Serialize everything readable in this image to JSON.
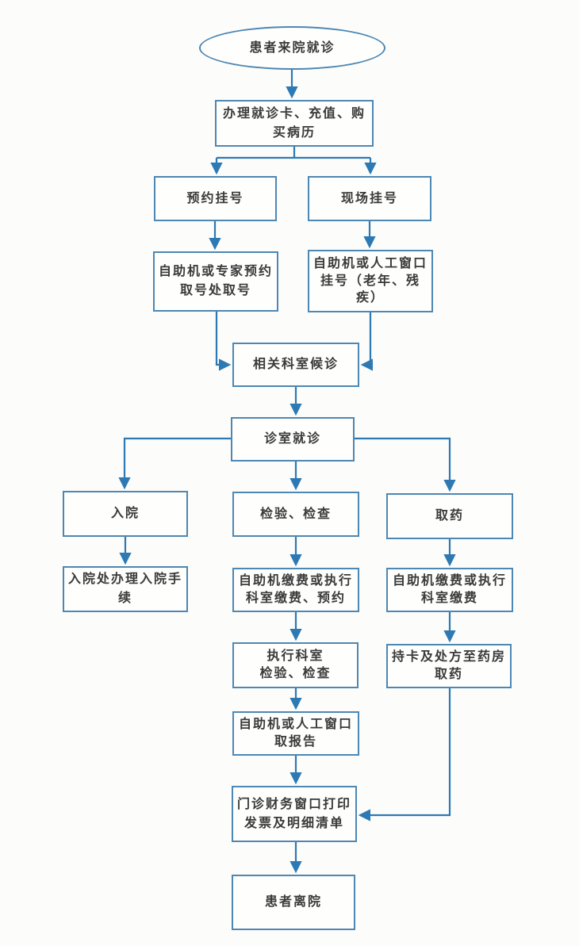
{
  "diagram": {
    "type": "flowchart",
    "colors": {
      "line": "#2d79b4",
      "box_border": "#4d87b3",
      "text": "#3a3a3a",
      "background": "#fcfcfa"
    },
    "nodes": {
      "start": {
        "label": "患者来院就诊",
        "shape": "ellipse"
      },
      "card": {
        "label": "办理就诊卡、充值、购\n买病历",
        "shape": "rect"
      },
      "yuyue": {
        "label": "预约挂号",
        "shape": "rect"
      },
      "xianchang": {
        "label": "现场挂号",
        "shape": "rect"
      },
      "zhuanjia_quhao": {
        "label": "自助机或专家预约\n取号处取号",
        "shape": "rect"
      },
      "rengong_guahao": {
        "label": "自助机或人工窗口\n挂号（老年、残\n疾）",
        "shape": "rect"
      },
      "houzhen": {
        "label": "相关科室候诊",
        "shape": "rect"
      },
      "jiuzhen": {
        "label": "诊室就诊",
        "shape": "rect"
      },
      "ruyuan": {
        "label": "入院",
        "shape": "rect"
      },
      "jianyan": {
        "label": "检验、检查",
        "shape": "rect"
      },
      "quyao": {
        "label": "取药",
        "shape": "rect"
      },
      "ruyuan_shouxu": {
        "label": "入院处办理入院手\n续",
        "shape": "rect"
      },
      "jiaofei_yuyue": {
        "label": "自助机缴费或执行\n科室缴费、预约",
        "shape": "rect"
      },
      "jiaofei": {
        "label": "自助机缴费或执行\n科室缴费",
        "shape": "rect"
      },
      "zhixing_keshi": {
        "label": "执行科室\n检验、检查",
        "shape": "rect"
      },
      "qu_baogao": {
        "label": "自助机或人工窗口\n取报告",
        "shape": "rect"
      },
      "chifang_quyao": {
        "label": "持卡及处方至药房\n取药",
        "shape": "rect"
      },
      "fapiao": {
        "label": "门诊财务窗口打印\n发票及明细清单",
        "shape": "rect"
      },
      "likuan": {
        "label": "患者离院",
        "shape": "rect"
      }
    },
    "edges": [
      {
        "from": "start",
        "to": "card"
      },
      {
        "from": "card",
        "to": "yuyue"
      },
      {
        "from": "card",
        "to": "xianchang"
      },
      {
        "from": "yuyue",
        "to": "zhuanjia_quhao"
      },
      {
        "from": "xianchang",
        "to": "rengong_guahao"
      },
      {
        "from": "zhuanjia_quhao",
        "to": "houzhen"
      },
      {
        "from": "rengong_guahao",
        "to": "houzhen"
      },
      {
        "from": "houzhen",
        "to": "jiuzhen"
      },
      {
        "from": "jiuzhen",
        "to": "ruyuan"
      },
      {
        "from": "jiuzhen",
        "to": "jianyan"
      },
      {
        "from": "jiuzhen",
        "to": "quyao"
      },
      {
        "from": "ruyuan",
        "to": "ruyuan_shouxu"
      },
      {
        "from": "jianyan",
        "to": "jiaofei_yuyue"
      },
      {
        "from": "quyao",
        "to": "jiaofei"
      },
      {
        "from": "jiaofei_yuyue",
        "to": "zhixing_keshi"
      },
      {
        "from": "jiaofei",
        "to": "chifang_quyao"
      },
      {
        "from": "zhixing_keshi",
        "to": "qu_baogao"
      },
      {
        "from": "qu_baogao",
        "to": "fapiao"
      },
      {
        "from": "chifang_quyao",
        "to": "fapiao"
      },
      {
        "from": "fapiao",
        "to": "likuan"
      }
    ]
  }
}
